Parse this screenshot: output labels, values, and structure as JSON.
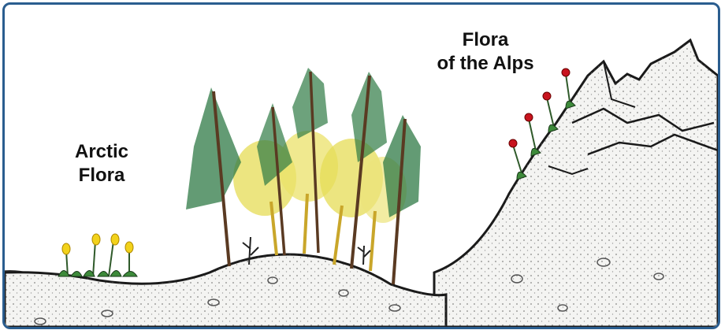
{
  "labels": {
    "arctic_line1": "Arctic",
    "arctic_line2": "Flora",
    "alps_line1": "Flora",
    "alps_line2": "of the Alps"
  },
  "colors": {
    "frame": "#2a5d8f",
    "ground_fill": "#f4f4f2",
    "outline": "#1a1a1a",
    "water": "#9cc3df",
    "conifer": "#2f7a45",
    "larch_yellow": "#e6dc55",
    "trunk": "#5a3a22",
    "yellow_flower": "#f2d21b",
    "red_flower": "#c8141e",
    "leaf": "#3d8a3a"
  },
  "icons": [
    "yellow-arctic-flower-icon",
    "red-alpine-flower-icon",
    "conifer-tree-icon",
    "larch-tree-icon",
    "mountain-icon",
    "lake-icon"
  ]
}
